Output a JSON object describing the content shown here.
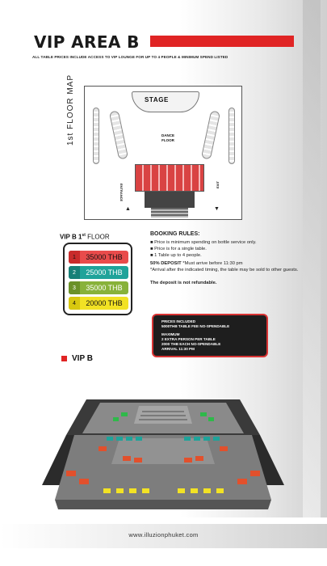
{
  "header": {
    "title": "VIP AREA B",
    "subtitle": "ALL TABLE PRICES INCLUDE ACCESS TO VIP LOUNGE FOR UP TO 4 PEOPLE & MINIMUM SPEND LISTED",
    "accent_color": "#e02424"
  },
  "floor_map": {
    "side_label": "1st FLOOR MAP",
    "stage_label": "STAGE",
    "dance_floor_label": "DANCE\nFLOOR",
    "entrance_label": "ENTRANCE",
    "exit_label": "EXIT"
  },
  "vip_list": {
    "title_bold": "VIP B 1",
    "title_sup": "st",
    "title_light": " FLOOR",
    "tables": [
      {
        "number": "1",
        "price": "35000 THB",
        "color": "#e94b4b",
        "num_color": "#c92b2b",
        "text_color": "#111111"
      },
      {
        "number": "2",
        "price": "25000 THB",
        "color": "#1fa39a",
        "num_color": "#178078",
        "text_color": "#ffffff"
      },
      {
        "number": "3",
        "price": "35000 THB",
        "color": "#88b23a",
        "num_color": "#6b9128",
        "text_color": "#ffffff"
      },
      {
        "number": "4",
        "price": "20000 THB",
        "color": "#f2e224",
        "num_color": "#d8c80f",
        "text_color": "#111111"
      }
    ]
  },
  "booking_rules": {
    "heading": "BOOKING RULES:",
    "bullets": [
      "Price is minimum spending on bottle service only.",
      "Price is  for a single table.",
      "1 Table up to 4 people."
    ],
    "deposit_bold": "50% DEPOSIT",
    "deposit_text": " *Must arrive before 11:30 pm",
    "late_note": "*Arrival after the indicated timing, the table may be sold to other guests.",
    "refund": "The deposit is not refundable."
  },
  "notice": {
    "line1": "PRICES INCLUDED",
    "line2": "5000THB TABLE FEE NO-SPENDABLE",
    "line3": "MAXIMUM",
    "line4": "2 EXTRA PERSON PER TABLE",
    "line5": "2000 THB EACH  NO-SPENDABLE",
    "line6": "ARRIVAL 11:30 PM"
  },
  "render": {
    "label": "VIP B"
  },
  "footer": {
    "url": "www.illuzionphuket.com"
  }
}
